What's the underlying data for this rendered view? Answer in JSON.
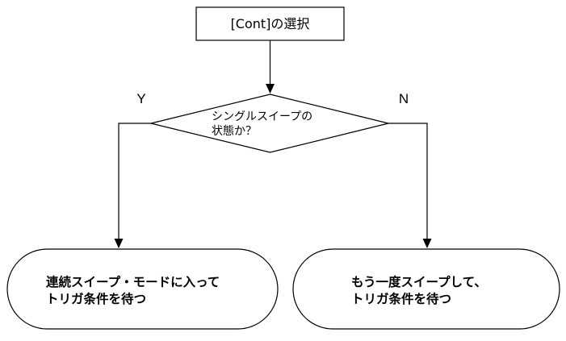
{
  "start_box": {
    "label": "[Cont]の選択"
  },
  "decision": {
    "line1": "シングルスイープの",
    "line2": "状態か？"
  },
  "branches": {
    "yes_label": "Y",
    "no_label": "N"
  },
  "terminal_left": {
    "line1": "連続スイープ・モードに入って",
    "line2": "トリガ条件を待つ"
  },
  "terminal_right": {
    "line1": "もう一度スイープして、",
    "line2": "トリガ条件を待つ"
  },
  "colors": {
    "stroke": "#000000",
    "fill": "#ffffff",
    "text": "#000000"
  }
}
